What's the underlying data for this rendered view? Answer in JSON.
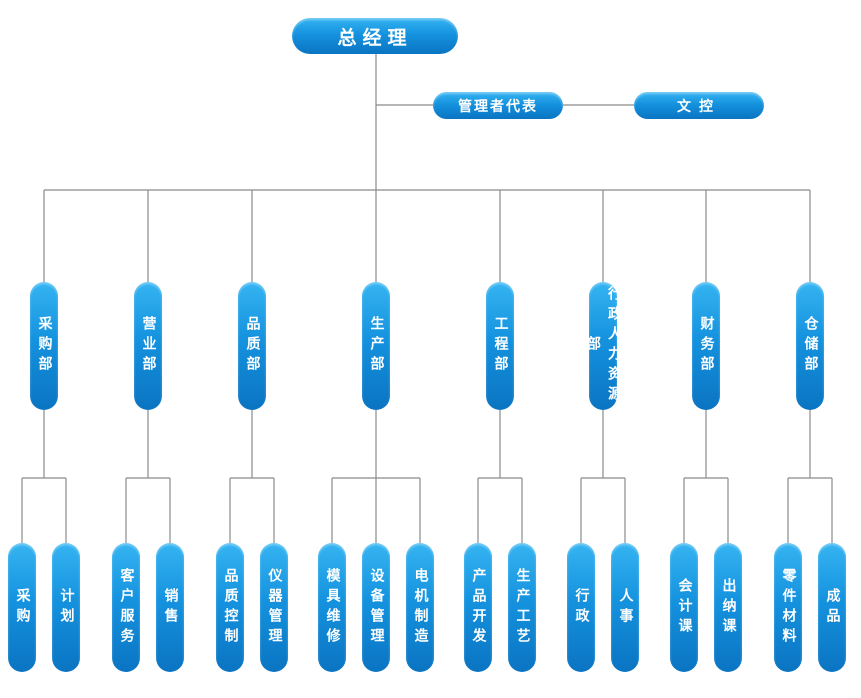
{
  "top": {
    "label": "总经理"
  },
  "assistants": [
    {
      "label": "管理者代表"
    },
    {
      "label": "文控"
    }
  ],
  "departments": [
    {
      "label": "采购部",
      "children": [
        "采购",
        "计划"
      ]
    },
    {
      "label": "营业部",
      "children": [
        "客户服务",
        "销售"
      ]
    },
    {
      "label": "品质部",
      "children": [
        "品质控制",
        "仪器管理"
      ]
    },
    {
      "label": "生产部",
      "children": [
        "模具维修",
        "设备管理",
        "电机制造"
      ]
    },
    {
      "label": "工程部",
      "children": [
        "产品开发",
        "生产工艺"
      ]
    },
    {
      "label": "行政人力资源部",
      "children": [
        "行政",
        "人事"
      ]
    },
    {
      "label": "财务部",
      "children": [
        "会计课",
        "出纳课"
      ]
    },
    {
      "label": "仓储部",
      "children": [
        "零件材料",
        "成品"
      ]
    }
  ]
}
